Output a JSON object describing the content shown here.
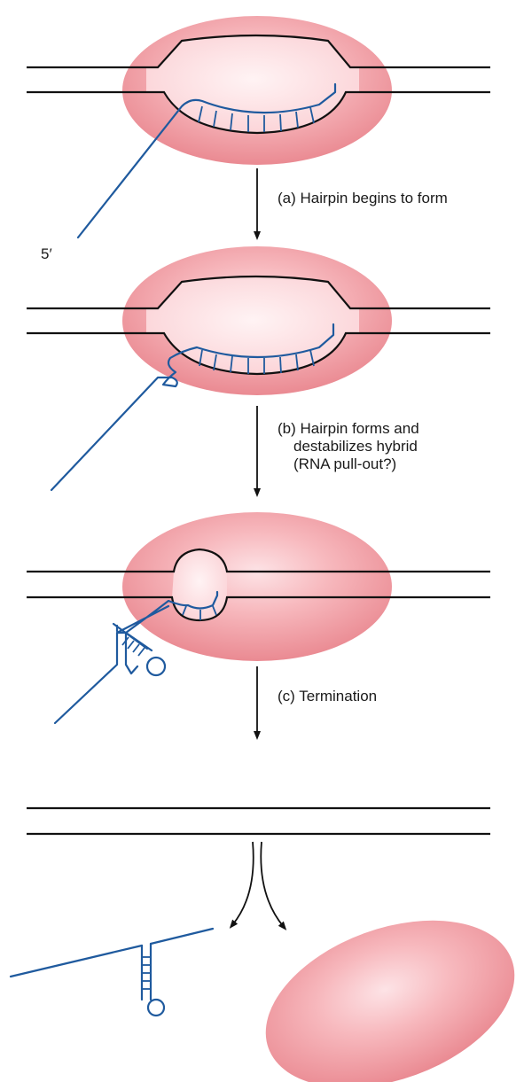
{
  "steps": [
    {
      "label_lines": [
        "(a) Hairpin begins to form"
      ]
    },
    {
      "label_lines": [
        "(b) Hairpin forms and",
        "destabilizes hybrid",
        "(RNA pull-out?)"
      ]
    },
    {
      "label_lines": [
        "(c) Termination"
      ]
    }
  ],
  "rna_end_label": "5′",
  "colors": {
    "polymerase_outer": "#ec8f96",
    "polymerase_inner": "#fde0e3",
    "dna": "#111111",
    "rna": "#1f5a9e"
  }
}
